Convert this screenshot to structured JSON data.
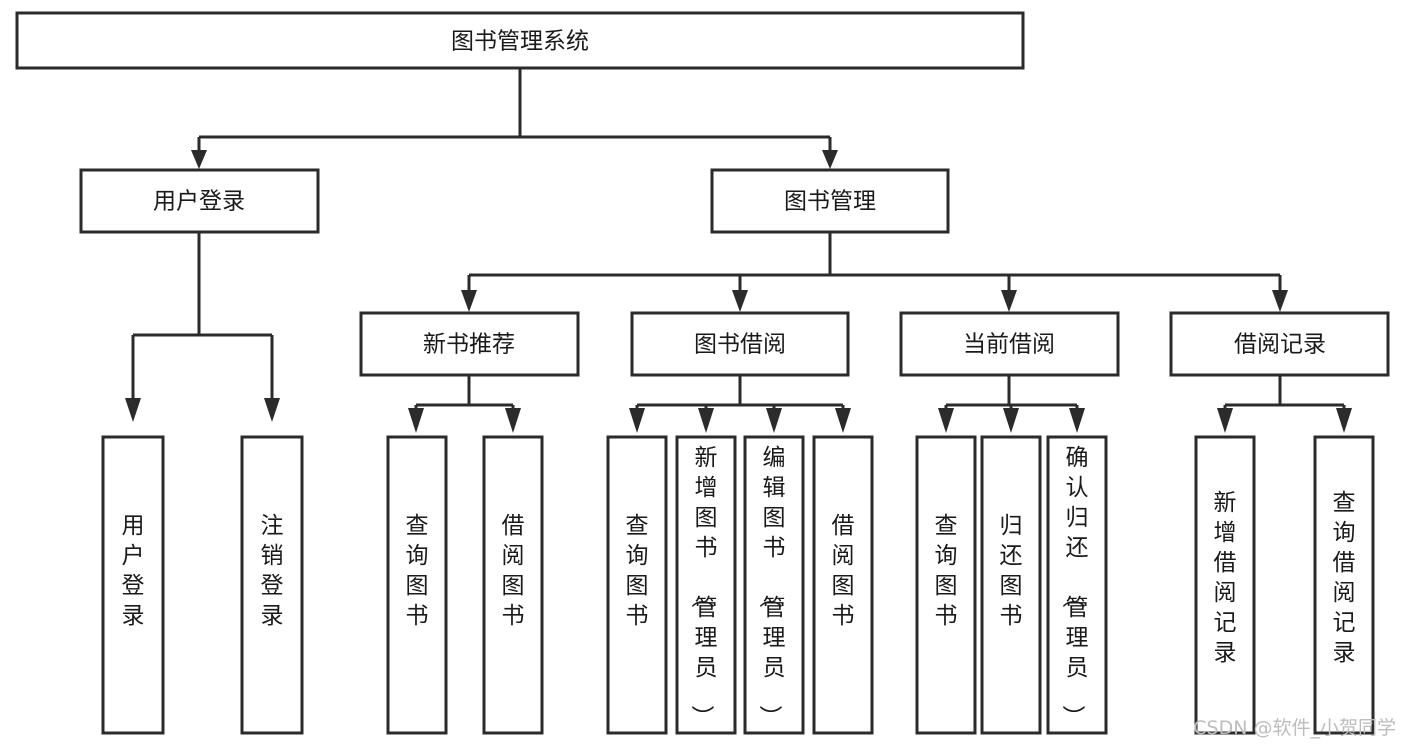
{
  "diagram": {
    "title": "图书管理系统",
    "type": "tree-hierarchy",
    "root": {
      "id": "root",
      "label": "图书管理系统"
    },
    "level2": [
      {
        "id": "user-login",
        "label": "用户登录"
      },
      {
        "id": "book-manage",
        "label": "图书管理"
      }
    ],
    "level3": [
      {
        "id": "new-book-recommend",
        "label": "新书推荐",
        "parent": "book-manage"
      },
      {
        "id": "book-borrow",
        "label": "图书借阅",
        "parent": "book-manage"
      },
      {
        "id": "current-borrow",
        "label": "当前借阅",
        "parent": "book-manage"
      },
      {
        "id": "borrow-record",
        "label": "借阅记录",
        "parent": "book-manage"
      }
    ],
    "leaves": {
      "user-login": [
        {
          "id": "leaf-user-login",
          "label": "用户登录"
        },
        {
          "id": "leaf-user-logout",
          "label": "注销登录"
        }
      ],
      "new-book-recommend": [
        {
          "id": "leaf-query-book-1",
          "label": "查询图书"
        },
        {
          "id": "leaf-borrow-book-1",
          "label": "借阅图书"
        }
      ],
      "book-borrow": [
        {
          "id": "leaf-query-book-2",
          "label": "查询图书"
        },
        {
          "id": "leaf-add-book",
          "label": "新增图书（管理员）"
        },
        {
          "id": "leaf-edit-book",
          "label": "编辑图书（管理员）"
        },
        {
          "id": "leaf-borrow-book-2",
          "label": "借阅图书"
        }
      ],
      "current-borrow": [
        {
          "id": "leaf-query-book-3",
          "label": "查询图书"
        },
        {
          "id": "leaf-return-book",
          "label": "归还图书"
        },
        {
          "id": "leaf-confirm-return",
          "label": "确认归还（管理员）"
        }
      ],
      "borrow-record": [
        {
          "id": "leaf-add-record",
          "label": "新增借阅记录"
        },
        {
          "id": "leaf-query-record",
          "label": "查询借阅记录"
        }
      ]
    }
  },
  "watermark": {
    "text": "CSDN @软件_小贺同学"
  },
  "colors": {
    "box_stroke": "#2b2b2b",
    "box_fill": "#ffffff",
    "text": "#1a1a1a",
    "watermark": "#bdbdbd",
    "background": "#ffffff"
  }
}
